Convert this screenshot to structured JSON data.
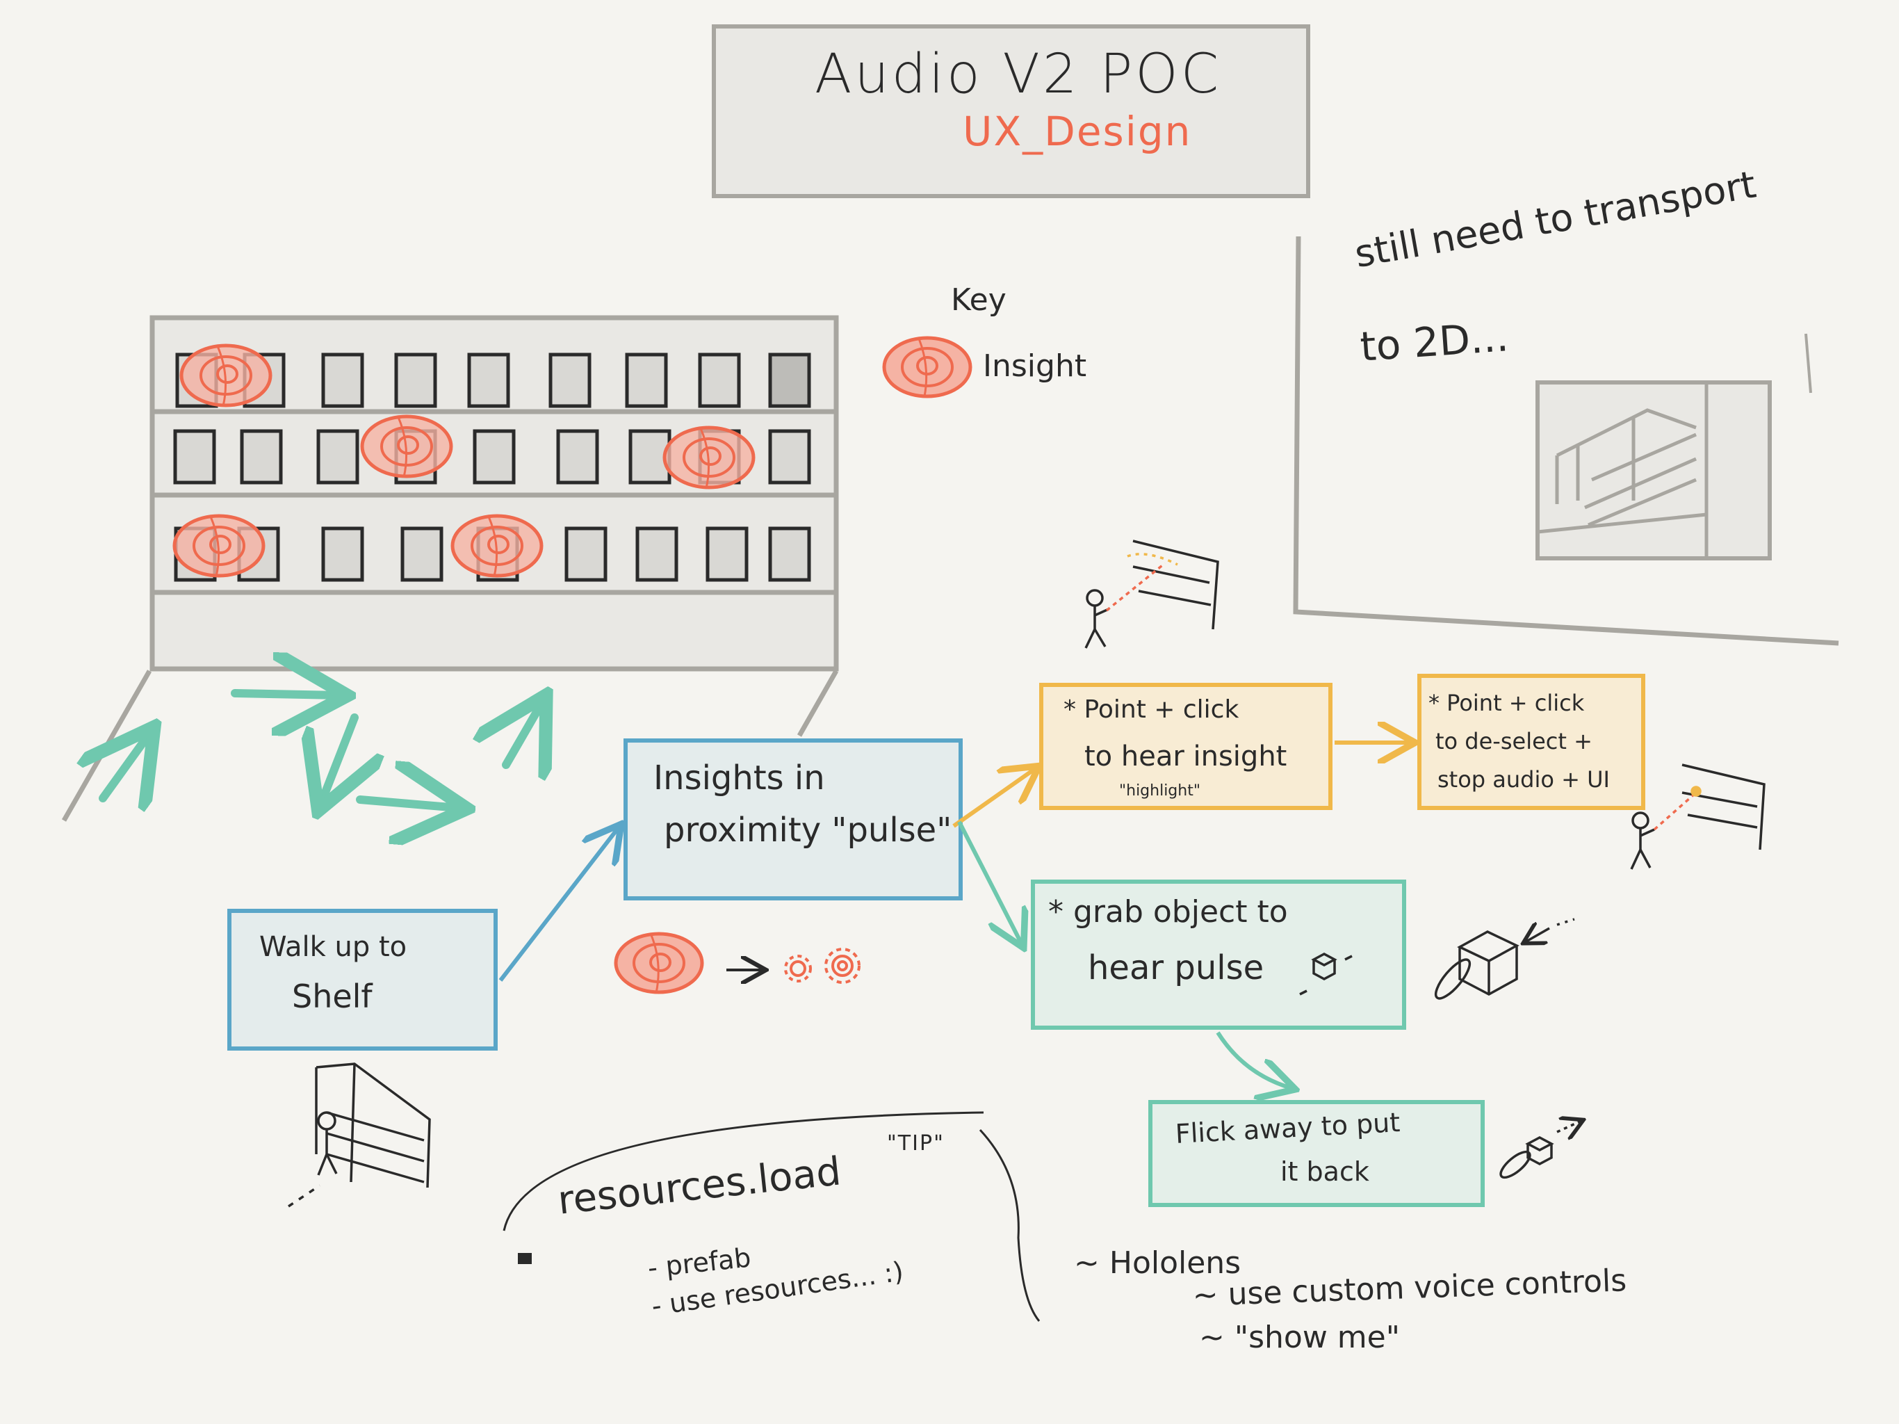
{
  "title_card": {
    "title": "Audio V2 POC",
    "subtitle": "UX_Design"
  },
  "key": {
    "heading": "Key",
    "insight_label": "Insight"
  },
  "note_2d": {
    "line1": "still need to transport",
    "line2": "to 2D..."
  },
  "flow": {
    "walk": {
      "line1": "Walk up to",
      "line2": "Shelf"
    },
    "insights": {
      "line1": "Insights in",
      "line2": "proximity \"pulse\""
    },
    "point_click": {
      "line1": "* Point + click",
      "line2": "to hear insight",
      "line3": "\"highlight\""
    },
    "deselect": {
      "line1": "* Point + click",
      "line2": "to de-select +",
      "line3": "stop audio + UI"
    },
    "grab": {
      "line1": "* grab object to",
      "line2": "hear pulse"
    },
    "flick": {
      "line1": "Flick away to put",
      "line2": "it back"
    }
  },
  "notes": {
    "tip": "\"TIP\"",
    "resources": "resources.load",
    "prefab": "- prefab",
    "use_resources": "- use resources... :)",
    "hololens": "~ Hololens",
    "voice": "~ use custom voice controls",
    "show_me": "~ \"show me\""
  },
  "colors": {
    "background": "#f5f4f0",
    "card_fill": "#e9e8e4",
    "gray_stroke": "#a8a6a0",
    "insight_red": "#ef6a4e",
    "insight_fill": "#f5b3a4",
    "blue": "#5aa6c8",
    "blue_fill": "#e4ecec",
    "orange": "#f0b84a",
    "orange_fill": "#f8ecd4",
    "teal": "#6fc8ae",
    "teal_fill": "#e4efe9",
    "ink": "#2a2a2a"
  },
  "icons": [
    "insight-target-icon",
    "stick-figure-pointer-icon",
    "cube-icon",
    "shelf-sketch-icon",
    "arrow-icon"
  ]
}
